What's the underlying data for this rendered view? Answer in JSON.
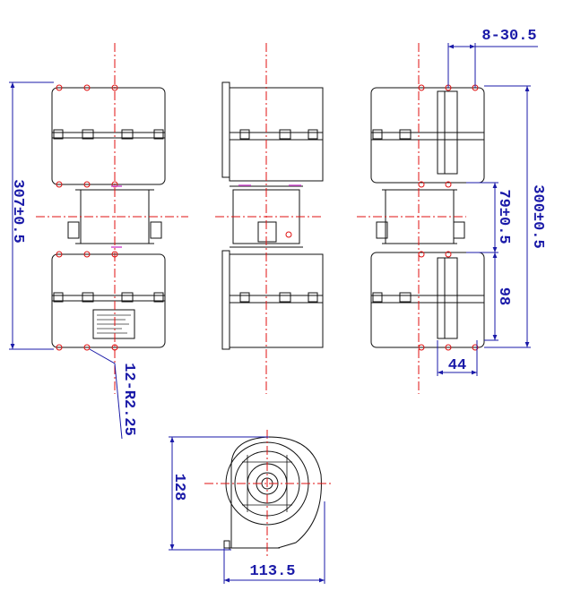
{
  "dimensions": {
    "height_total": "307±0.5",
    "holes": "12-R2.25",
    "spacing_top": "8-30.5",
    "height_right": "300±0.5",
    "motor_section": "79±0.5",
    "housing_right": "98",
    "outlet_width": "44",
    "end_height": "128",
    "end_width": "113.5"
  },
  "colors": {
    "outline": "#111111",
    "centerline": "#e01010",
    "dimension": "#1a1aa8",
    "accent": "#d050d0"
  }
}
